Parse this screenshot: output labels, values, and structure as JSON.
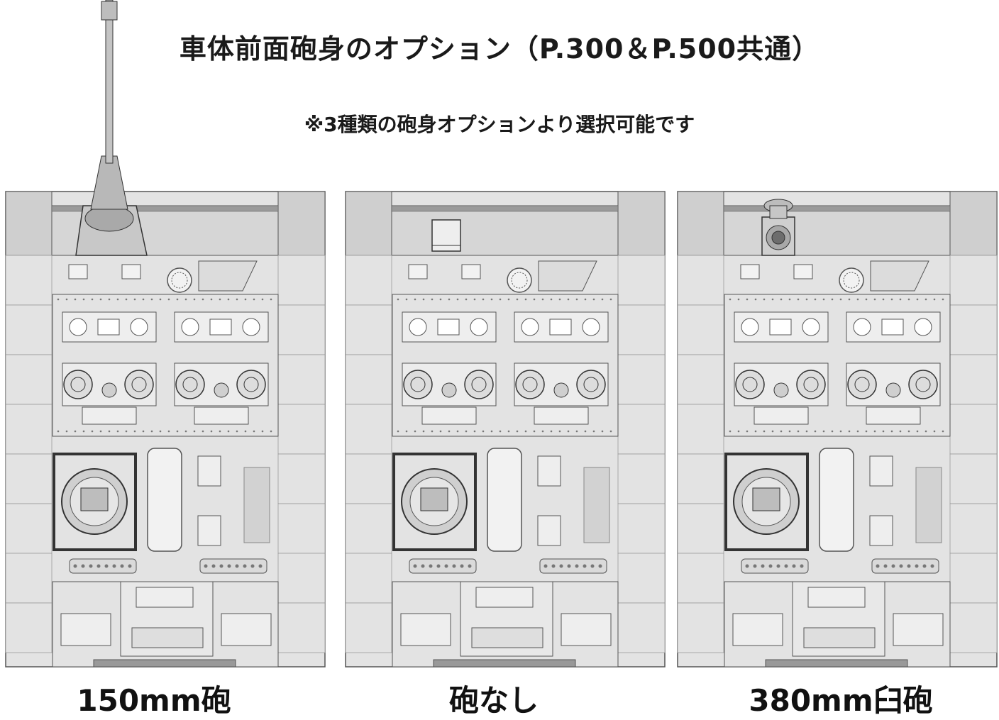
{
  "title": "車体前面砲身のオプション（P.300＆P.500共通）",
  "subtitle": "※3種類の砲身オプションより選択可能です",
  "options": [
    {
      "label": "150mm砲",
      "variant": "cannon"
    },
    {
      "label": "砲なし",
      "variant": "none"
    },
    {
      "label": "380mm臼砲",
      "variant": "mortar"
    }
  ],
  "colors": {
    "hull": "#e3e3e3",
    "hull_shade": "#cfcfcf",
    "line": "#555555",
    "dark": "#333333"
  }
}
